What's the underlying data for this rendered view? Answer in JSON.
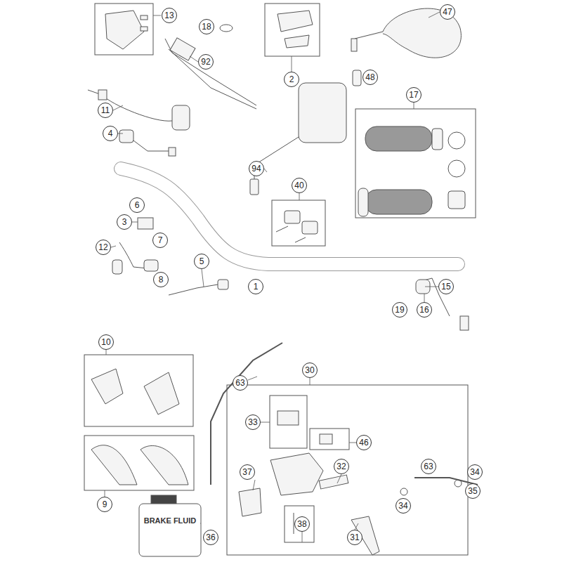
{
  "diagram": {
    "nodes": [
      {
        "text": [
          "13"
        ]
      },
      {
        "text": [
          "18"
        ]
      },
      {
        "text": [
          "92"
        ]
      },
      {
        "text": [
          "2"
        ]
      },
      {
        "text": [
          "47"
        ]
      },
      {
        "text": [
          "48"
        ]
      },
      {
        "text": [
          "17"
        ]
      },
      {
        "text": [
          "11"
        ]
      },
      {
        "text": [
          "4"
        ]
      },
      {
        "text": [
          "94"
        ]
      },
      {
        "text": [
          "40"
        ]
      },
      {
        "text": [
          "6"
        ]
      },
      {
        "text": [
          "3"
        ]
      },
      {
        "text": [
          "7"
        ]
      },
      {
        "text": [
          "12"
        ]
      },
      {
        "text": [
          "8"
        ]
      },
      {
        "text": [
          "5"
        ]
      },
      {
        "text": [
          "1"
        ]
      },
      {
        "text": [
          "15"
        ]
      },
      {
        "text": [
          "19"
        ]
      },
      {
        "text": [
          "16"
        ]
      },
      {
        "text": [
          "10"
        ]
      },
      {
        "text": [
          "63"
        ]
      },
      {
        "text": [
          "30"
        ]
      },
      {
        "text": [
          "33"
        ]
      },
      {
        "text": [
          "46"
        ]
      },
      {
        "text": [
          "63"
        ]
      },
      {
        "text": [
          "34"
        ]
      },
      {
        "text": [
          "35"
        ]
      },
      {
        "text": [
          "37"
        ]
      },
      {
        "text": [
          "32"
        ]
      },
      {
        "text": [
          "34"
        ]
      },
      {
        "text": [
          "9"
        ]
      },
      {
        "text": [
          "38"
        ]
      },
      {
        "text": [
          "36"
        ]
      },
      {
        "text": [
          "31"
        ]
      }
    ],
    "labels": [
      "BRAKE FLUID"
    ]
  }
}
